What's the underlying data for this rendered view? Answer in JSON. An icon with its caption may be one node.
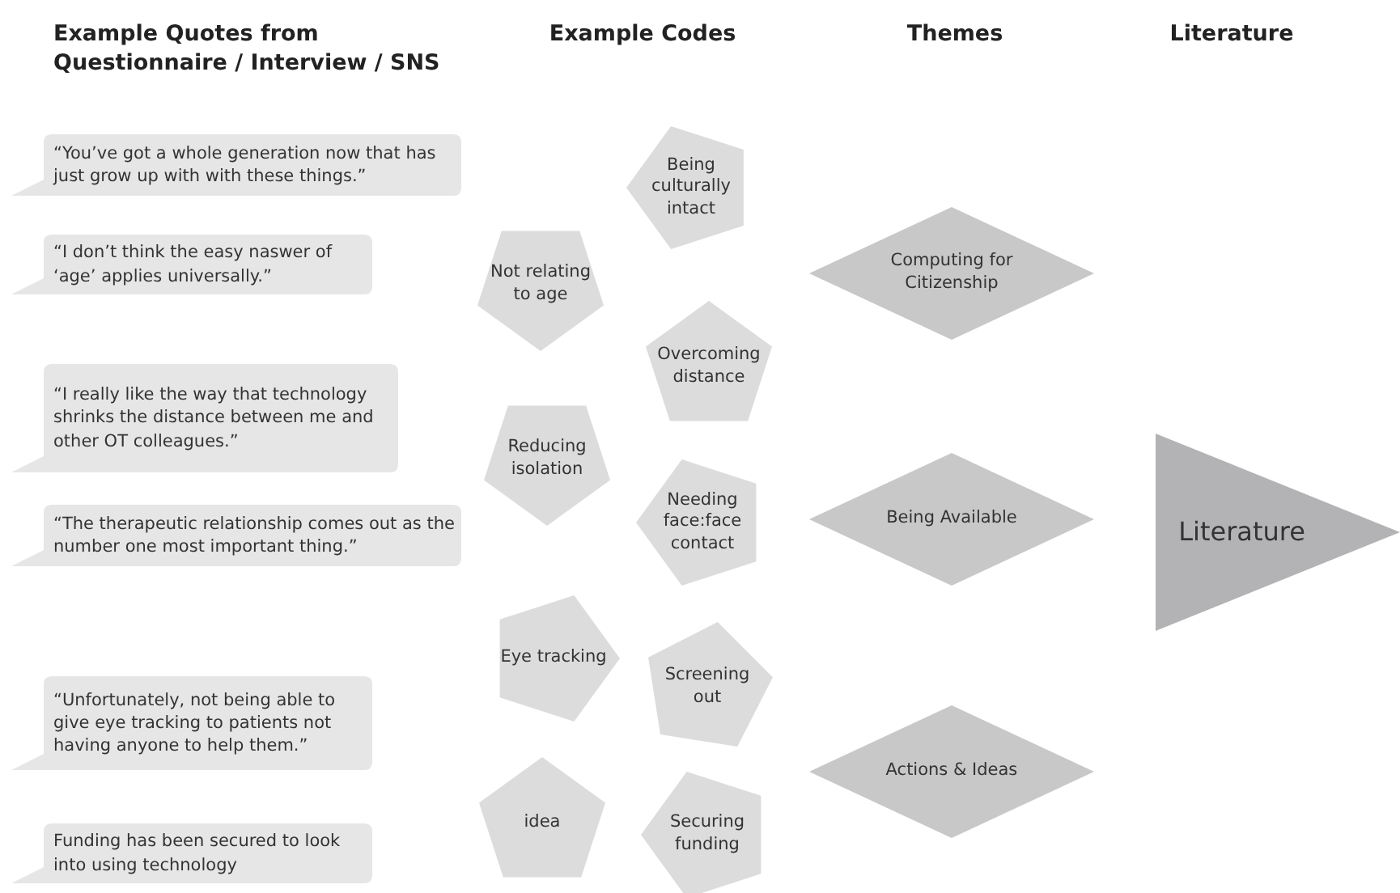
{
  "diagram": {
    "nodes": [
      {
        "text": [
          "“You’ve got a whole generation now that has just grow up with with these things.”"
        ]
      },
      {
        "text": [
          "“I don’t think the easy naswer of ‘age’ applies universally.”"
        ]
      },
      {
        "text": [
          "“I really like the way that technology shrinks the distance between me and other OT colleagues.”"
        ]
      },
      {
        "text": [
          "“The therapeutic relationship comes out as the number one most important thing.”"
        ]
      },
      {
        "text": [
          "“Unfortunately, not being able to give eye tracking to patients not having anyone to help them.”"
        ]
      },
      {
        "text": [
          "Funding has been secured to look into using technology"
        ]
      },
      {
        "text": [
          "Being culturally intact"
        ]
      },
      {
        "text": [
          "Not relating to age"
        ]
      },
      {
        "text": [
          "Overcoming distance"
        ]
      },
      {
        "text": [
          "Reducing isolation"
        ]
      },
      {
        "text": [
          "Needing face:face contact"
        ]
      },
      {
        "text": [
          "Eye tracking"
        ]
      },
      {
        "text": [
          "Screening out"
        ]
      },
      {
        "text": [
          "idea"
        ]
      },
      {
        "text": [
          "Securing funding"
        ]
      },
      {
        "text": [
          "Computing for Citizenship"
        ]
      },
      {
        "text": [
          "Being Available"
        ]
      },
      {
        "text": [
          "Actions & Ideas"
        ]
      },
      {
        "text": [
          "Literature"
        ]
      }
    ],
    "edges": [],
    "labels": [
      "Example Quotes from Questionnaire / Interview / SNS",
      "Example Codes",
      "Themes",
      "Literature"
    ]
  }
}
